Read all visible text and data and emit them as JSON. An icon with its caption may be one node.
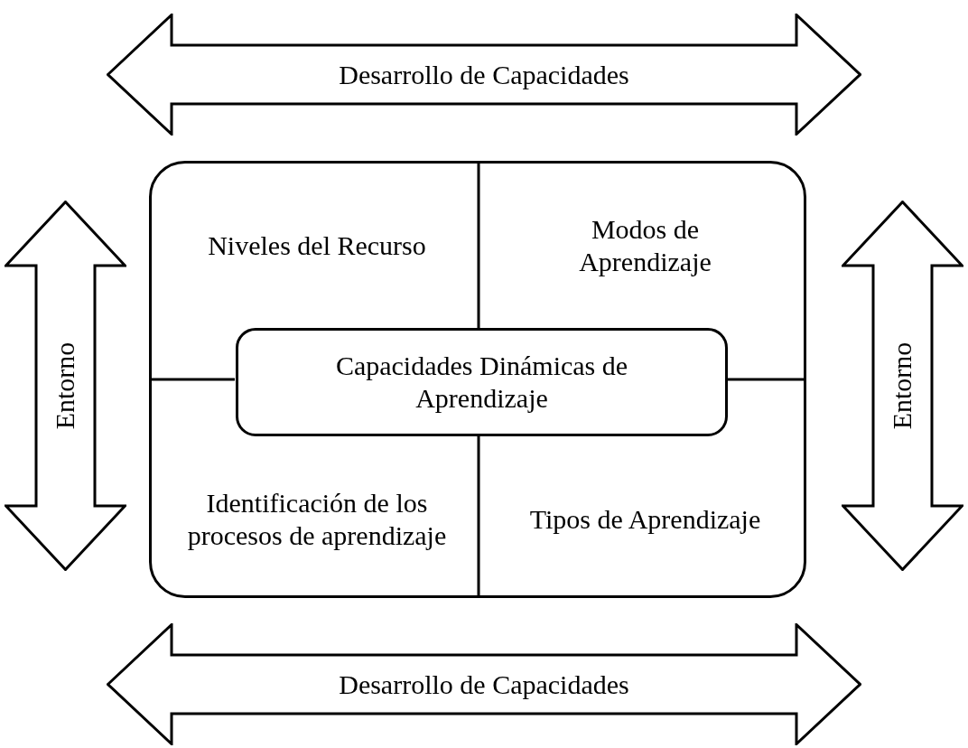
{
  "diagram": {
    "nodes": [
      {
        "text": [
          "Desarrollo de Capacidades"
        ]
      },
      {
        "text": [
          "Entorno"
        ]
      },
      {
        "text": [],
        "shape": "box"
      },
      {
        "text": [
          "Niveles del Recurso"
        ],
        "in": 2
      },
      {
        "text": [
          "Modos de Aprendizaje"
        ],
        "in": 2
      },
      {
        "text": [
          "Capacidades Dinámicas de Aprendizaje"
        ],
        "in": 2
      },
      {
        "text": [
          "Identificación de los procesos de aprendizaje"
        ],
        "in": 2
      },
      {
        "text": [
          "Tipos de Aprendizaje"
        ],
        "in": 2
      },
      {
        "text": [
          "Entorno"
        ]
      },
      {
        "text": [
          "Desarrollo de Capacidades"
        ]
      }
    ]
  }
}
